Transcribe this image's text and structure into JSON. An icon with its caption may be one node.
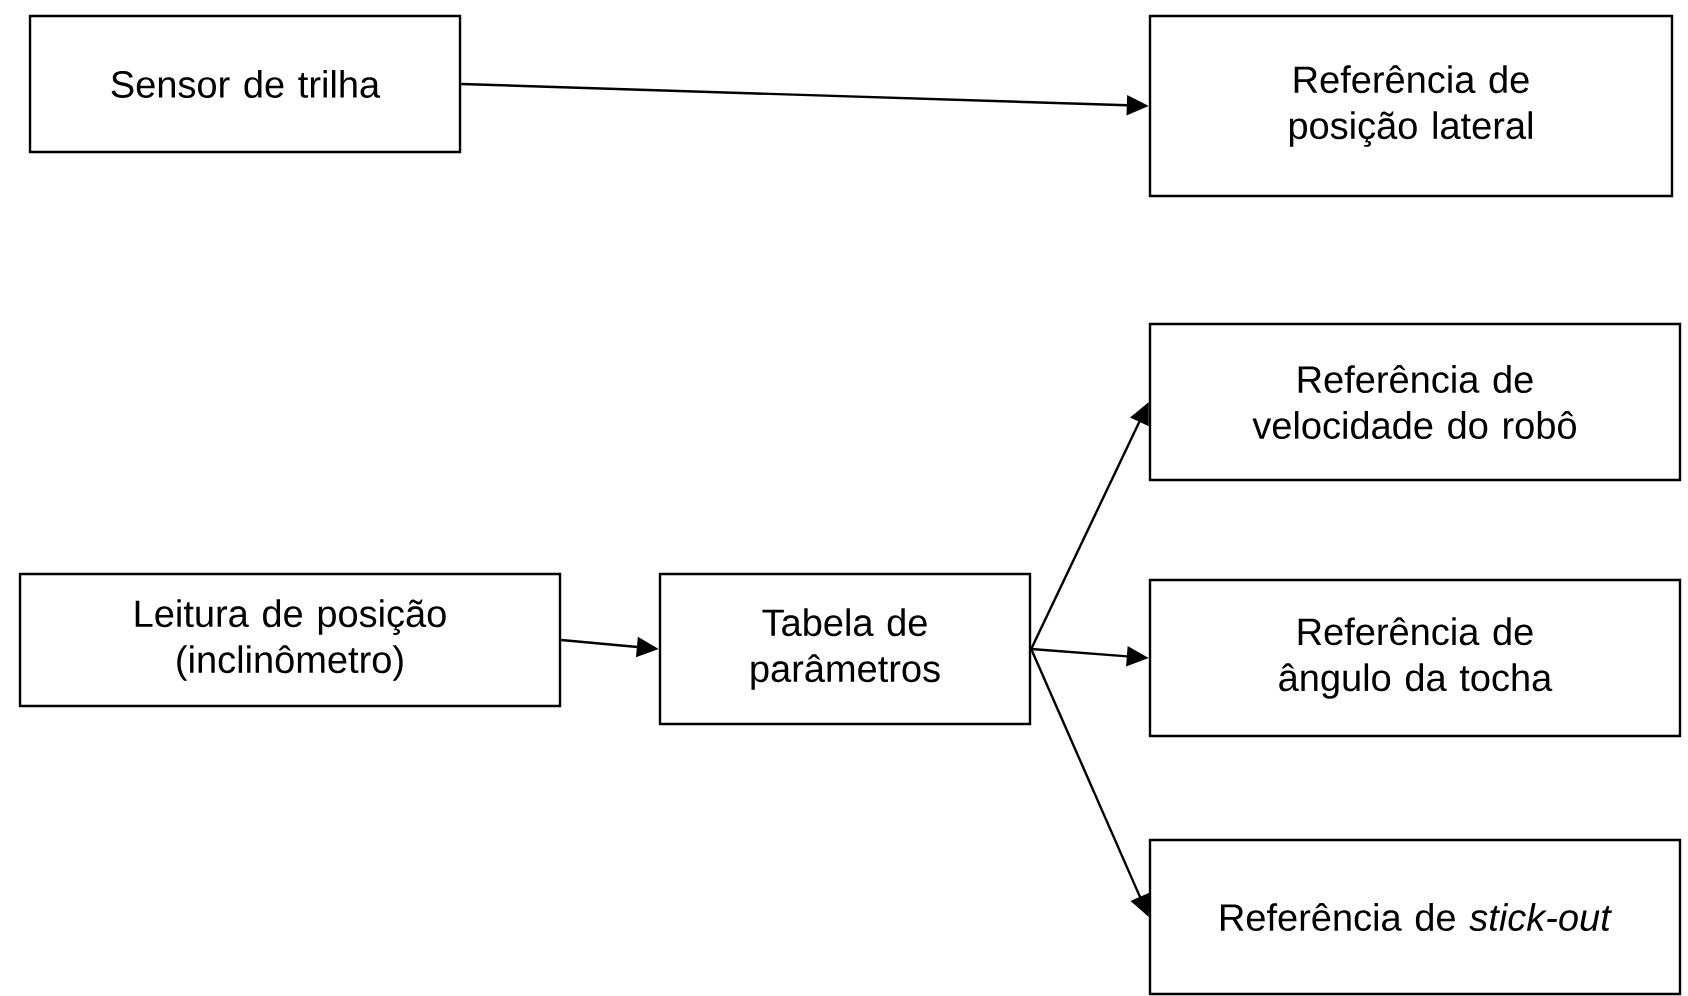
{
  "diagram": {
    "nodes": [
      {
        "text": [
          "Sensor de trilha"
        ]
      },
      {
        "text": [
          "Referência de posição lateral"
        ]
      },
      {
        "text": [
          "Referência de velocidade do robô"
        ]
      },
      {
        "text": [
          "Leitura de posição (inclinômetro)"
        ]
      },
      {
        "text": [
          "Tabela de parâmetros"
        ]
      },
      {
        "text": [
          "Referência de ângulo da tocha"
        ]
      },
      {
        "text": [
          "Referência de *stick-out*"
        ]
      }
    ],
    "edges": [
      {
        "from": 0,
        "to": 1,
        "arrow": "to"
      },
      {
        "from": 3,
        "to": 4,
        "arrow": "to"
      },
      {
        "from": 4,
        "to": 2,
        "arrow": "to"
      },
      {
        "from": 4,
        "to": 5,
        "arrow": "to"
      },
      {
        "from": 4,
        "to": 6,
        "arrow": "to"
      }
    ]
  }
}
